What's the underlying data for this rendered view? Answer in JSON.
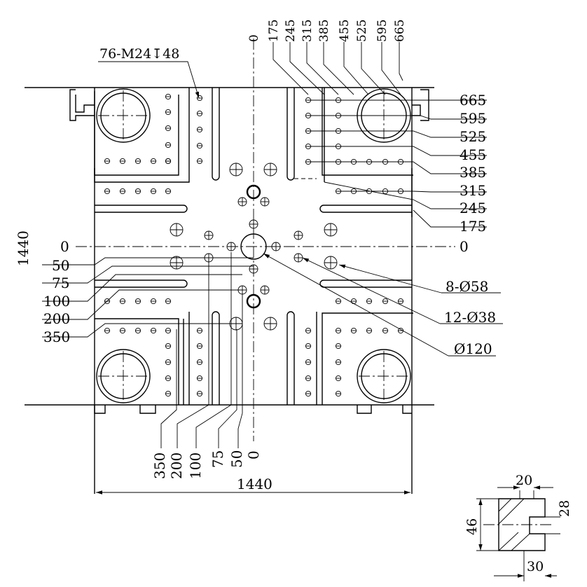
{
  "drawing": {
    "tapped_hole_note": "76-M24↧48",
    "overall_width": "1440",
    "overall_height": "1440",
    "top_dimensions": [
      "0",
      "175",
      "245",
      "315",
      "385",
      "455",
      "525",
      "595",
      "665"
    ],
    "right_dimensions": [
      "665",
      "595",
      "525",
      "455",
      "385",
      "315",
      "245",
      "175",
      "0"
    ],
    "left_dimensions": [
      "0",
      "50",
      "75",
      "100",
      "200",
      "350"
    ],
    "bottom_dimensions": [
      "350",
      "200",
      "100",
      "75",
      "50",
      "0"
    ],
    "callout_58": "8-Ø58",
    "callout_38": "12-Ø38",
    "callout_120": "Ø120",
    "detail": {
      "dim_20": "20",
      "dim_28": "28",
      "dim_46": "46",
      "dim_30": "30"
    }
  }
}
